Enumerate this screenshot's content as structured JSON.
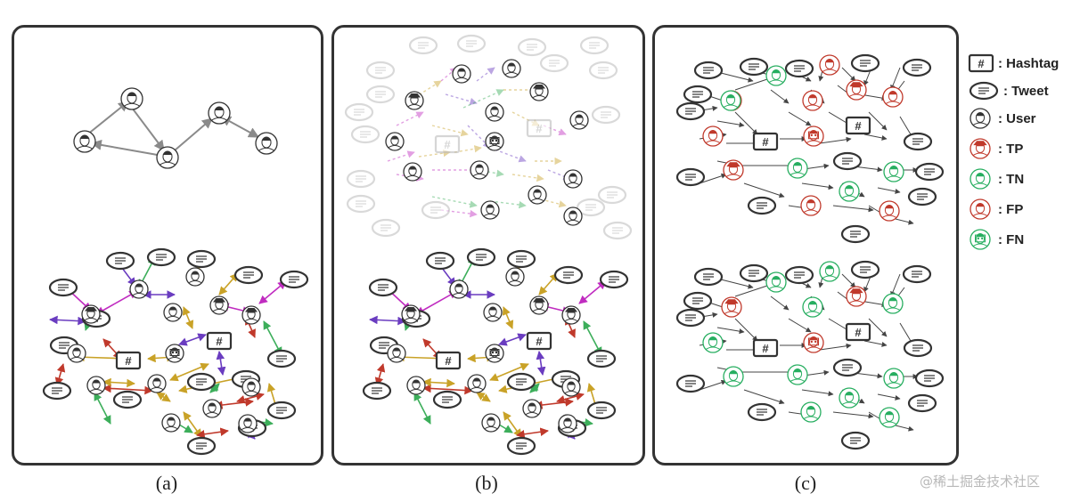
{
  "captions": {
    "a": "(a)",
    "b": "(b)",
    "c": "(c)"
  },
  "hashtag_symbol": "#",
  "legend": [
    {
      "icon": "hashtag-icon",
      "label": ": Hashtag"
    },
    {
      "icon": "tweet-icon",
      "label": ": Tweet"
    },
    {
      "icon": "user-icon",
      "label": ": User"
    },
    {
      "icon": "true-positive-icon",
      "label": ": TP",
      "color": "#c0392b"
    },
    {
      "icon": "true-negative-icon",
      "label": ": TN",
      "color": "#27ae60"
    },
    {
      "icon": "false-positive-icon",
      "label": ": FP",
      "color": "#c0392b"
    },
    {
      "icon": "false-negative-icon",
      "label": ": FN",
      "color": "#27ae60"
    }
  ],
  "watermark": "@稀土掘金技术社区",
  "colors": {
    "border": "#333333",
    "edge_red": "#c0392b",
    "edge_magenta": "#c02cc0",
    "edge_green": "#3cae5a",
    "edge_purple": "#6a3cc0",
    "edge_gold": "#c9a227",
    "edge_gray": "#8a8a8a",
    "tp": "#c0392b",
    "tn": "#27ae60"
  }
}
